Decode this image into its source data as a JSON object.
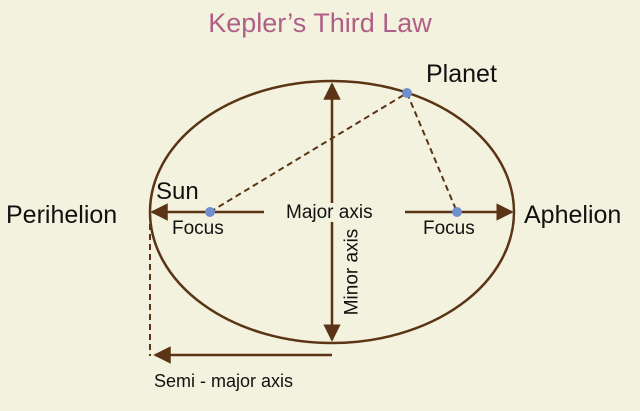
{
  "title": "Kepler’s Third Law",
  "labels": {
    "planet": "Planet",
    "sun": "Sun",
    "perihelion": "Perihelion",
    "aphelion": "Aphelion",
    "major_axis": "Major axis",
    "minor_axis": "Minor axis",
    "focus_left": "Focus",
    "focus_right": "Focus",
    "semi_major_axis": "Semi - major axis"
  },
  "colors": {
    "background": "#f2f2de",
    "title": "#b05f86",
    "orbit_line": "#5a3414",
    "focus_point": "#6f8fcf"
  }
}
